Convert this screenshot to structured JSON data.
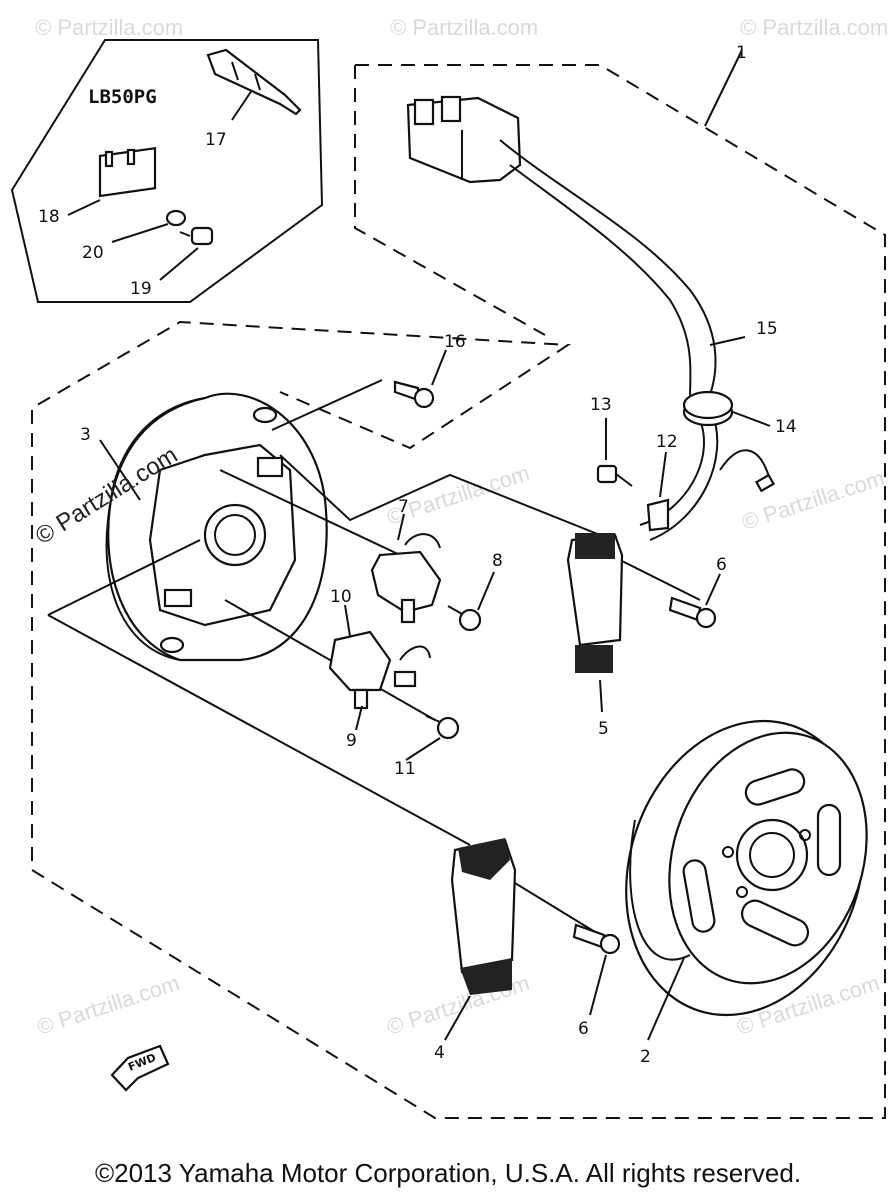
{
  "variant_label": "LB50PG",
  "callouts": {
    "c1": "1",
    "c2": "2",
    "c3": "3",
    "c4": "4",
    "c5": "5",
    "c6a": "6",
    "c6b": "6",
    "c7": "7",
    "c8": "8",
    "c9": "9",
    "c10": "10",
    "c11": "11",
    "c12": "12",
    "c13": "13",
    "c14": "14",
    "c15": "15",
    "c16": "16",
    "c17": "17",
    "c18": "18",
    "c19": "19",
    "c20": "20"
  },
  "watermarks": {
    "main": "© Partzilla.com",
    "faint": "© Partzilla.com"
  },
  "front_arrow": "FWD",
  "copyright": "©2013 Yamaha Motor Corporation, U.S.A. All rights reserved.",
  "icons": [
    "front-direction-arrow-icon"
  ]
}
